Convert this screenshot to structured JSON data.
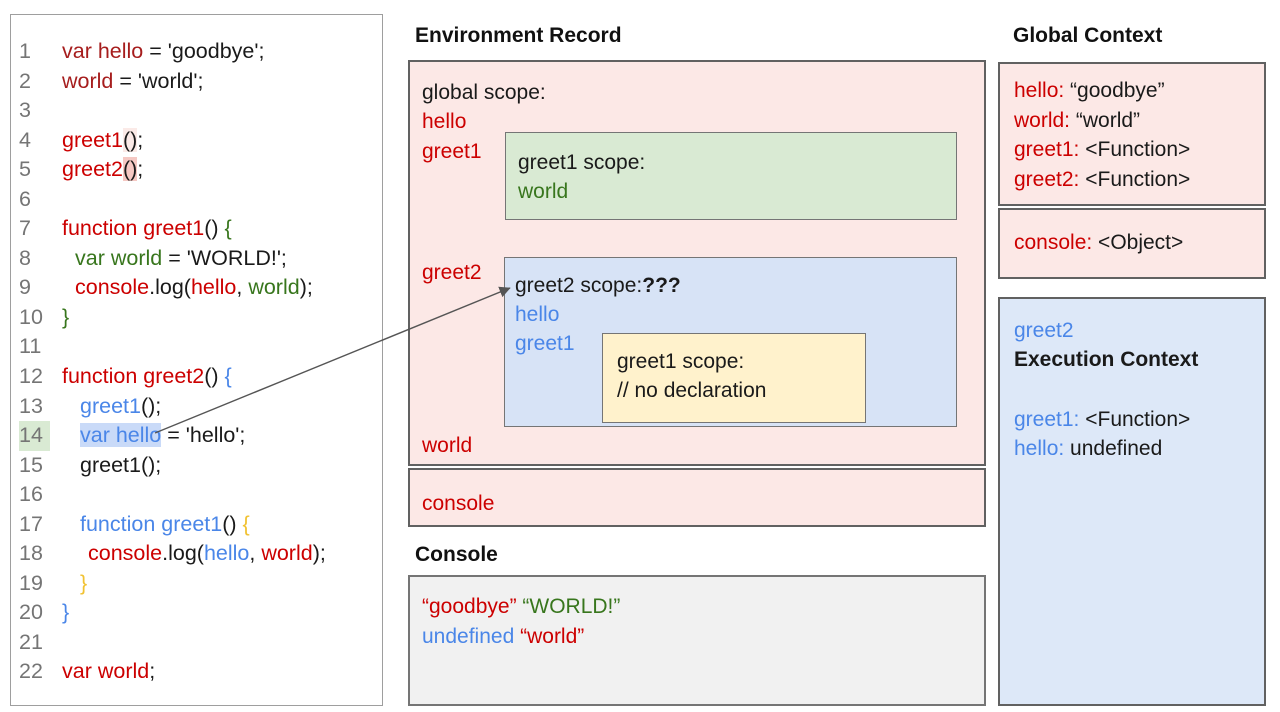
{
  "colors": {
    "red": "#cc0000",
    "dark-red": "#a61d1d",
    "green": "#38761d",
    "blue": "#4a86e8",
    "orange": "#f1c232",
    "black": "#1a1a1a",
    "gray-num": "#757575",
    "pink-bg": "#fce8e6",
    "green-bg": "#d9ead3",
    "blue-bg": "#d7e3f6",
    "exec-bg": "#dde8f8",
    "yellow-bg": "#fff2cc",
    "console-bg": "#f1f1f1",
    "hl-blue": "#c9daf8",
    "hl-num-green": "#d9ead3",
    "hl-paren-strong": "#f5c8c3",
    "hl-paren-faint": "#fbeae7",
    "border-dark": "#616161",
    "border-mid": "#757575",
    "arrow": "#555555"
  },
  "code_panel": {
    "lines": [
      {
        "n": "1",
        "tokens": [
          [
            "var hello",
            "dr"
          ],
          [
            " = 'goodbye';",
            "k"
          ]
        ]
      },
      {
        "n": "2",
        "tokens": [
          [
            "world",
            "dr"
          ],
          [
            " = 'world';",
            "k"
          ]
        ]
      },
      {
        "n": "3",
        "tokens": []
      },
      {
        "n": "4",
        "tokens": [
          [
            "greet1",
            "r"
          ],
          [
            "()",
            "k",
            "pf"
          ],
          [
            ";",
            "k"
          ]
        ]
      },
      {
        "n": "5",
        "tokens": [
          [
            "greet2",
            "r"
          ],
          [
            "()",
            "k",
            "ps"
          ],
          [
            ";",
            "k"
          ]
        ]
      },
      {
        "n": "6",
        "tokens": []
      },
      {
        "n": "7",
        "tokens": [
          [
            "function greet1",
            "r"
          ],
          [
            "() ",
            "k"
          ],
          [
            "{",
            "g"
          ]
        ]
      },
      {
        "n": "8",
        "ind": 13,
        "tokens": [
          [
            "var world",
            "g"
          ],
          [
            " = 'WORLD!';",
            "k"
          ]
        ]
      },
      {
        "n": "9",
        "ind": 13,
        "tokens": [
          [
            "console",
            "r"
          ],
          [
            ".log(",
            "k"
          ],
          [
            "hello",
            "r"
          ],
          [
            ", ",
            "k"
          ],
          [
            "world",
            "g"
          ],
          [
            ");",
            "k"
          ]
        ]
      },
      {
        "n": "10",
        "tokens": [
          [
            "}",
            "g"
          ]
        ]
      },
      {
        "n": "11",
        "tokens": []
      },
      {
        "n": "12",
        "tokens": [
          [
            "function greet2",
            "r"
          ],
          [
            "() ",
            "k"
          ],
          [
            "{",
            "b"
          ]
        ]
      },
      {
        "n": "13",
        "ind": 18,
        "tokens": [
          [
            "greet1",
            "b"
          ],
          [
            "();",
            "k"
          ]
        ]
      },
      {
        "n": "14",
        "ind": 18,
        "num_hl": true,
        "tokens": [
          [
            "var hello",
            "b",
            "hb"
          ],
          [
            " = 'hello';",
            "k"
          ]
        ]
      },
      {
        "n": "15",
        "ind": 18,
        "tokens": [
          [
            "greet1();",
            "k"
          ]
        ]
      },
      {
        "n": "16",
        "tokens": []
      },
      {
        "n": "17",
        "ind": 18,
        "tokens": [
          [
            "function greet1",
            "b"
          ],
          [
            "() ",
            "k"
          ],
          [
            "{",
            "o"
          ]
        ]
      },
      {
        "n": "18",
        "ind": 26,
        "tokens": [
          [
            "console",
            "r"
          ],
          [
            ".log(",
            "k"
          ],
          [
            "hello",
            "b"
          ],
          [
            ", ",
            "k"
          ],
          [
            "world",
            "r"
          ],
          [
            ");",
            "k"
          ]
        ]
      },
      {
        "n": "19",
        "ind": 18,
        "tokens": [
          [
            "}",
            "o"
          ]
        ]
      },
      {
        "n": "20",
        "tokens": [
          [
            "}",
            "b"
          ]
        ]
      },
      {
        "n": "21",
        "tokens": []
      },
      {
        "n": "22",
        "tokens": [
          [
            "var world",
            "r"
          ],
          [
            ";",
            "k"
          ]
        ]
      }
    ]
  },
  "environment_record": {
    "title": "Environment Record",
    "global_scope_label": "global scope:",
    "var_hello": "hello",
    "var_greet1": "greet1",
    "var_greet2": "greet2",
    "var_world": "world",
    "var_console": "console",
    "greet1_scope": {
      "label": "greet1 scope:",
      "var_world": "world"
    },
    "greet2_scope": {
      "label": "greet2 scope:",
      "question": "???",
      "var_hello": "hello",
      "var_greet1": "greet1",
      "inner_greet1_scope": {
        "label": "greet1 scope:",
        "comment": "// no declaration"
      }
    }
  },
  "console_panel": {
    "title": "Console",
    "line1": {
      "part1": "“goodbye”",
      "part2": " “WORLD!”"
    },
    "line2": {
      "part1": "undefined",
      "part2": " “world”"
    }
  },
  "global_context": {
    "title": "Global Context",
    "entries": [
      {
        "name": "hello:",
        "value": " “goodbye”"
      },
      {
        "name": "world:",
        "value": " “world”"
      },
      {
        "name": "greet1:",
        "value": " <Function>"
      },
      {
        "name": "greet2:",
        "value": " <Function>"
      }
    ],
    "console_entry": {
      "name": "console:",
      "value": " <Object>"
    }
  },
  "execution_context": {
    "fn_name": "greet2",
    "title": "Execution Context",
    "entries": [
      {
        "name": "greet1:",
        "value": " <Function>"
      },
      {
        "name": "hello:",
        "value": " undefined"
      }
    ]
  }
}
